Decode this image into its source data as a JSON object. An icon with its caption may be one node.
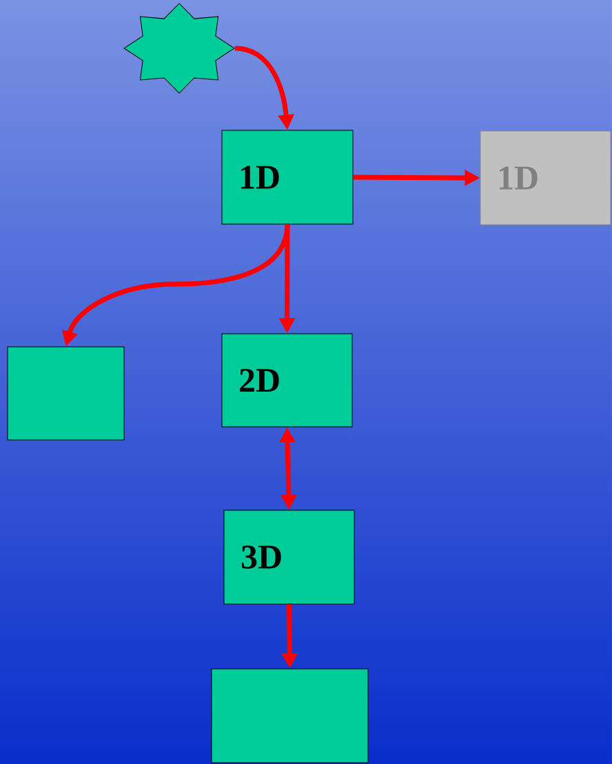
{
  "diagram": {
    "nodes": [
      {
        "text": [],
        "shape": "star"
      },
      {
        "text": [
          "1D"
        ]
      },
      {
        "text": [
          "1D"
        ]
      },
      {
        "text": [],
        "shape": "box"
      },
      {
        "text": [
          "2D"
        ]
      },
      {
        "text": [
          "3D"
        ]
      },
      {
        "text": [],
        "shape": "box"
      }
    ],
    "edges": [
      {
        "from": 0,
        "to": 1,
        "arrow": "to"
      },
      {
        "from": 1,
        "to": 2,
        "arrow": "to"
      },
      {
        "from": 1,
        "to": 3,
        "arrow": "to"
      },
      {
        "from": 1,
        "to": 4,
        "arrow": "to"
      },
      {
        "from": 4,
        "to": 5,
        "arrow": "both"
      },
      {
        "from": 5,
        "to": 6,
        "arrow": "to"
      }
    ]
  }
}
